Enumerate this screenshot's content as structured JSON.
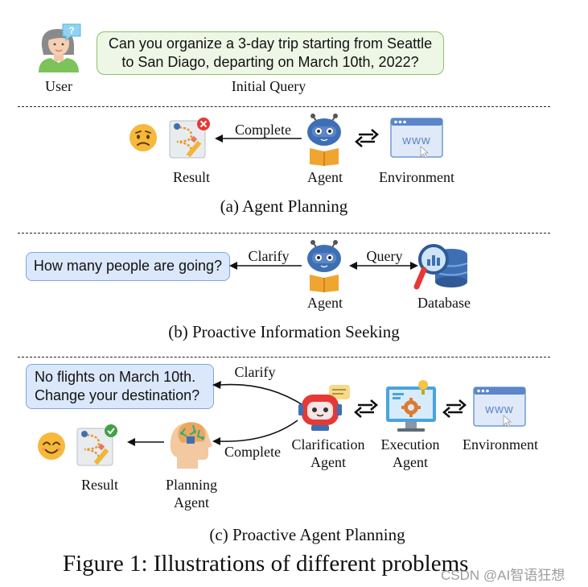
{
  "top": {
    "query_text_line1": "Can you organize a 3-day trip starting from Seattle",
    "query_text_line2": "to San Diago, departing on March 10th, 2022?",
    "user_label": "User",
    "initial_query_label": "Initial Query",
    "user_bubble_glyph": "?"
  },
  "panel_a": {
    "result_label": "Result",
    "complete_label": "Complete",
    "agent_label": "Agent",
    "environment_label": "Environment",
    "www_text": "www",
    "caption": "(a) Agent Planning"
  },
  "panel_b": {
    "bubble_text": "How many people are going?",
    "clarify_label": "Clarify",
    "query_label": "Query",
    "agent_label": "Agent",
    "database_label": "Database",
    "caption": "(b) Proactive Information Seeking"
  },
  "panel_c": {
    "bubble_line1": "No flights on March 10th.",
    "bubble_line2": "Change your destination?",
    "clarify_label": "Clarify",
    "complete_label": "Complete",
    "result_label": "Result",
    "planning_agent_line1": "Planning",
    "planning_agent_line2": "Agent",
    "clarification_agent_line1": "Clarification",
    "clarification_agent_line2": "Agent",
    "execution_agent_line1": "Execution",
    "execution_agent_line2": "Agent",
    "environment_label": "Environment",
    "www_text": "www",
    "caption": "(c) Proactive Agent Planning"
  },
  "figure_caption": "Figure 1: Illustrations of different problems",
  "watermark": "CSDN @AI智语狂想",
  "colors": {
    "green_bubble_bg": "#eef7e6",
    "green_bubble_border": "#8fbf6a",
    "blue_bubble_bg": "#dbe8fb",
    "blue_bubble_border": "#7aa6e0",
    "robot_blue": "#3d6fb4",
    "emoji_yellow": "#f6b93b"
  },
  "icons": {
    "user": "user-avatar-icon",
    "sad_face": "sad-face-icon",
    "happy_face": "happy-face-icon",
    "result_failed": "map-result-failed-icon",
    "result_success": "map-result-success-icon",
    "agent": "robot-agent-icon",
    "cycle": "cycle-arrows-icon",
    "browser": "browser-window-icon",
    "database": "database-search-icon",
    "clarification_agent": "red-robot-icon",
    "execution_agent": "monitor-gear-icon",
    "planning_agent": "brain-head-icon"
  }
}
